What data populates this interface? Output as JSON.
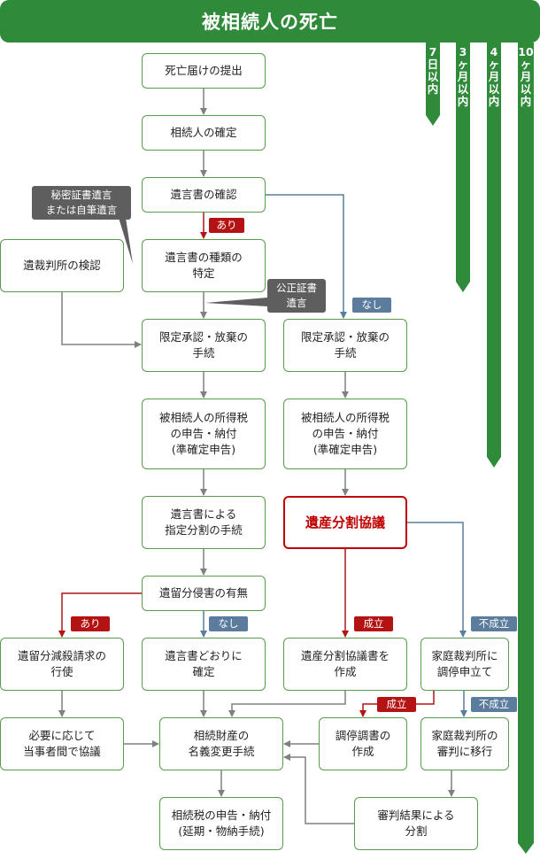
{
  "title": "被相続人の死亡",
  "deadlines": [
    {
      "label": "7\n日\n以\n内"
    },
    {
      "label": "3\nヶ\n月\n以\n内"
    },
    {
      "label": "4\nヶ\n月\n以\n内"
    },
    {
      "label": "10\nヶ\n月\n以\n内"
    }
  ],
  "steps": {
    "death_notice": "死亡届けの提出",
    "heir_confirm": "相続人の確定",
    "will_confirm": "遺言書の確認",
    "will_type": "遺言書の種類の\n特定",
    "court_probate": "遺裁判所の検認",
    "limited_accept_1": "限定承認・放棄の\n手続",
    "limited_accept_2": "限定承認・放棄の\n手続",
    "income_tax_1": "被相続人の所得税\nの申告・納付\n(準確定申告)",
    "income_tax_2": "被相続人の所得税\nの申告・納付\n(準確定申告)",
    "will_division": "遺言書による\n指定分割の手続",
    "partition_talks": "遺産分割協議",
    "reserve_check": "遺留分侵害の有無",
    "reserve_claim": "遺留分減殺請求の\n行使",
    "per_will": "遺言書どおりに\n確定",
    "agreement_doc": "遺産分割協議書を\n作成",
    "mediation_apply": "家庭裁判所に\n調停申立て",
    "heirs_talk": "必要に応じて\n当事者間で協議",
    "title_change": "相続財産の\n名義変更手続",
    "mediation_record": "調停調書の\n作成",
    "trial": "家庭裁判所の\n審判に移行",
    "inheritance_tax": "相続税の申告・納付\n(延期・物納手続)",
    "trial_result": "審判結果による\n分割"
  },
  "callouts": {
    "secret_will": "秘密証書遺言\nまたは自筆遺言",
    "notarized_will": "公正証書\n遺言"
  },
  "labels": {
    "yes_1": "あり",
    "no_1": "なし",
    "yes_2": "あり",
    "no_2": "なし",
    "agreed_1": "成立",
    "failed_1": "不成立",
    "agreed_2": "成立",
    "failed_2": "不成立"
  },
  "colors": {
    "banner": "#2f8a3a",
    "box_border": "#5c9a4f",
    "connector": "#808080",
    "red": "#b41313",
    "blue": "#5b7c9c",
    "callout": "#5e5e5e"
  }
}
